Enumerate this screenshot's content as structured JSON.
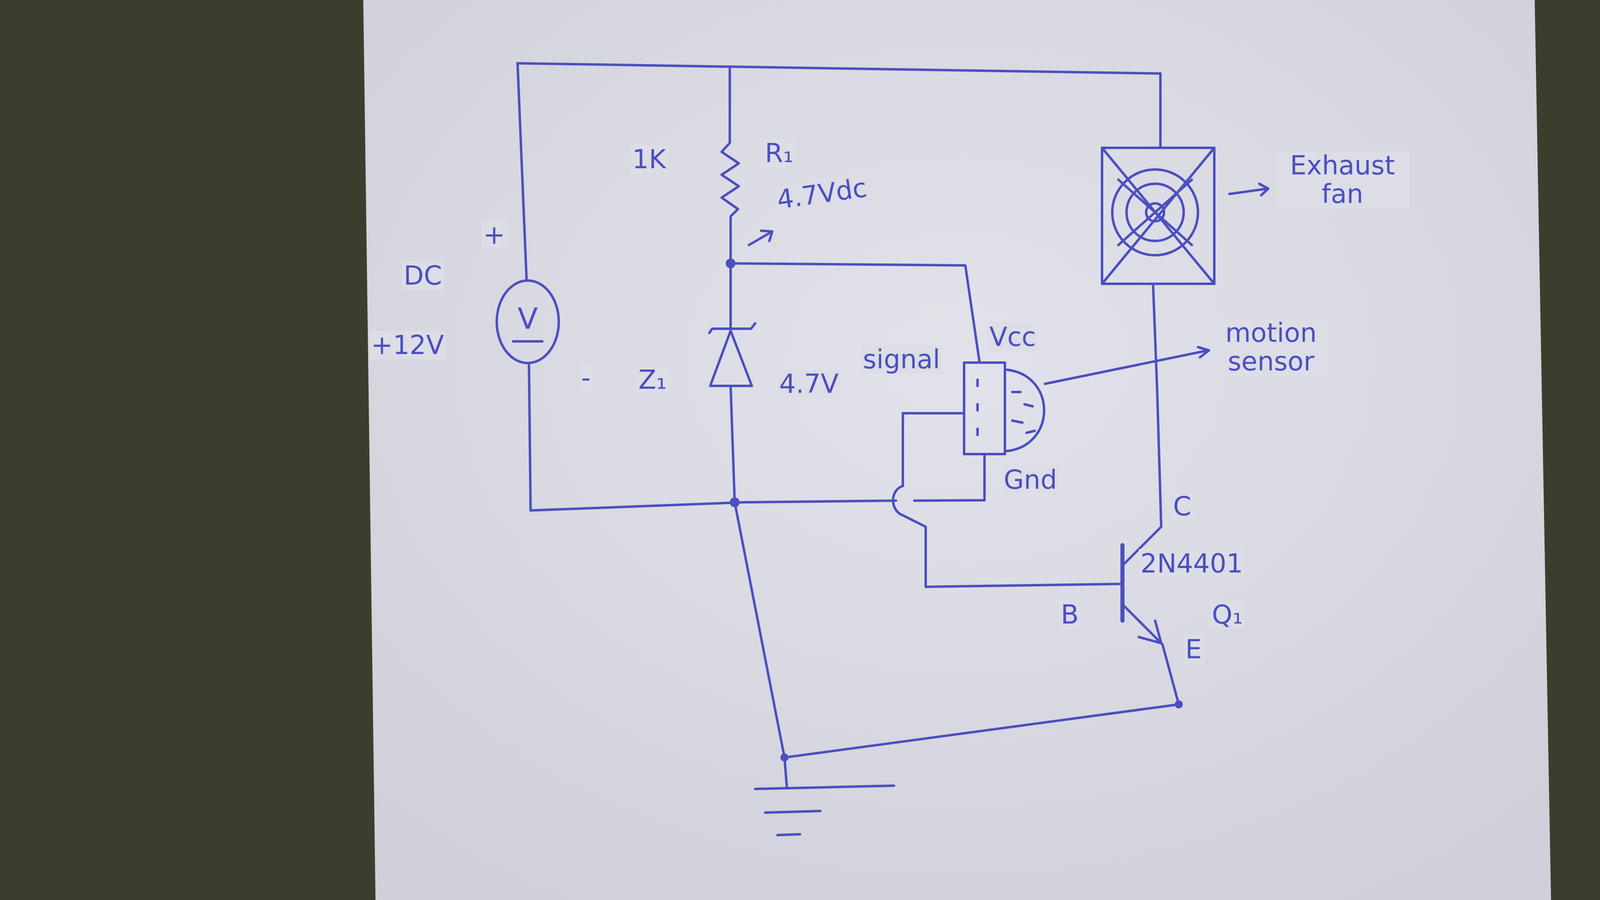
{
  "diagram": {
    "nodes": [
      {
        "text": [
          "V"
        ]
      }
    ],
    "labels": [
      "DC",
      "+",
      "+12V",
      "-",
      "1K",
      "R₁",
      "4.7Vdc",
      "Z₁",
      "4.7V",
      "signal",
      "Vcc",
      "Gnd",
      "motion sensor",
      "Exhaust fan",
      "C",
      "2N4401",
      "Q₁",
      "B",
      "E"
    ]
  }
}
